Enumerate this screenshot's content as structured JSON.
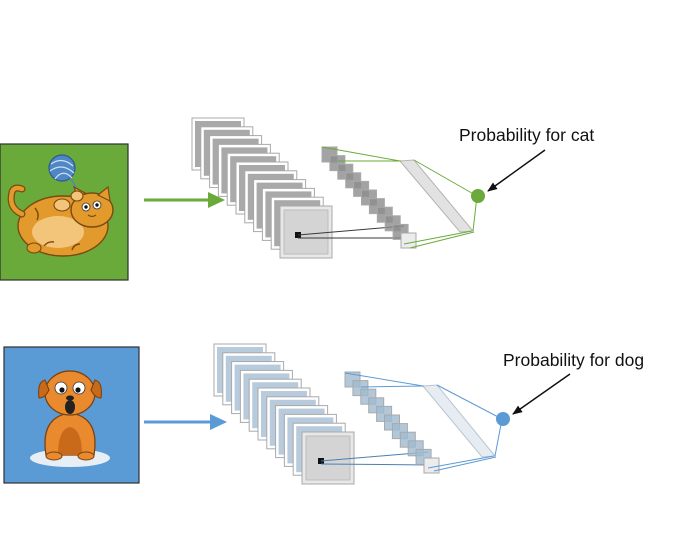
{
  "rows": [
    {
      "id": "cat",
      "label": "Probability for cat",
      "subject_icon": "cat-with-yarn-icon",
      "background_color": "#6aaa3a",
      "accent_color": "#6aaa3a",
      "layer_color": "#8c8c8c"
    },
    {
      "id": "dog",
      "label": "Probability for dog",
      "subject_icon": "dog-icon",
      "background_color": "#5b9bd5",
      "accent_color": "#5b9bd5",
      "layer_color": "#9fbad0"
    }
  ]
}
